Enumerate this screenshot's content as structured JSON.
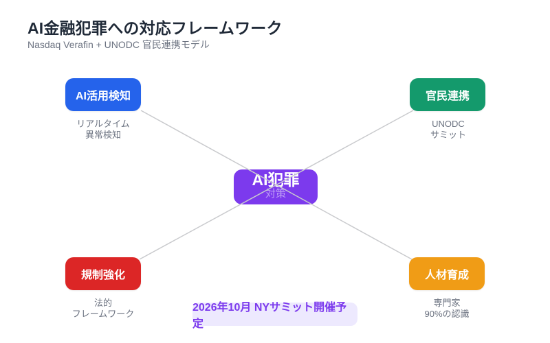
{
  "header": {
    "title": "AI金融犯罪への対応フレームワーク",
    "subtitle": "Nasdaq Verafin + UNODC 官民連携モデル"
  },
  "center_node": {
    "label": "AI犯罪",
    "sublabel": "対策",
    "color": "#7c3aed"
  },
  "nodes": [
    {
      "id": "ai-detection",
      "label": "AI活用検知",
      "color": "#2563eb",
      "caption": "リアルタイム\n異常検知"
    },
    {
      "id": "public-private",
      "label": "官民連携",
      "color": "#149a6c",
      "caption": "UNODC\nサミット"
    },
    {
      "id": "regulation",
      "label": "規制強化",
      "color": "#dc2626",
      "caption": "法的\nフレームワーク"
    },
    {
      "id": "talent",
      "label": "人材育成",
      "color": "#f09c16",
      "caption": "専門家\n90%の認識"
    }
  ],
  "footer_badge": {
    "text": "2026年10月 NYサミット開催予定",
    "bg": "#ede9fe",
    "color": "#7c3aed"
  },
  "colors": {
    "background": "#ffffff",
    "title_text": "#1f2937",
    "caption_text": "#6b7280",
    "connector_line": "#c9cacd"
  }
}
